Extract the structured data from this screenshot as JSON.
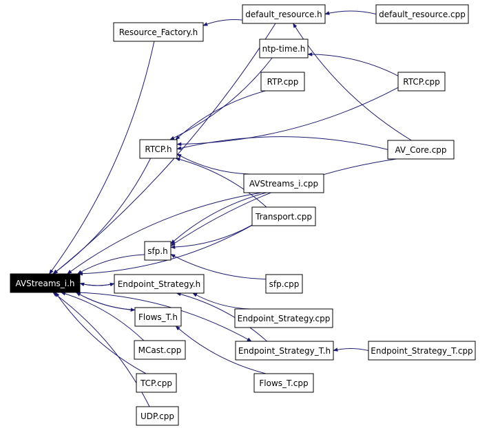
{
  "diagram": {
    "root": "AVStreams_i.h",
    "colors": {
      "edge": "#191970",
      "node_fill": "#ffffff",
      "root_fill": "#000000",
      "root_text": "#ffffff",
      "border": "#000000"
    },
    "nodes": [
      {
        "id": "avstreams_i_h",
        "label": "AVStreams_i.h"
      },
      {
        "id": "resource_factory_h",
        "label": "Resource_Factory.h"
      },
      {
        "id": "default_resource_h",
        "label": "default_resource.h"
      },
      {
        "id": "default_resource_cpp",
        "label": "default_resource.cpp"
      },
      {
        "id": "ntp_time_h",
        "label": "ntp-time.h"
      },
      {
        "id": "rtp_cpp",
        "label": "RTP.cpp"
      },
      {
        "id": "rtcp_cpp",
        "label": "RTCP.cpp"
      },
      {
        "id": "rtcp_h",
        "label": "RTCP.h"
      },
      {
        "id": "av_core_cpp",
        "label": "AV_Core.cpp"
      },
      {
        "id": "avstreams_i_cpp",
        "label": "AVStreams_i.cpp"
      },
      {
        "id": "transport_cpp",
        "label": "Transport.cpp"
      },
      {
        "id": "sfp_h",
        "label": "sfp.h"
      },
      {
        "id": "sfp_cpp",
        "label": "sfp.cpp"
      },
      {
        "id": "endpoint_strategy_h",
        "label": "Endpoint_Strategy.h"
      },
      {
        "id": "endpoint_strategy_cpp",
        "label": "Endpoint_Strategy.cpp"
      },
      {
        "id": "flows_t_h",
        "label": "Flows_T.h"
      },
      {
        "id": "endpoint_strategy_t_h",
        "label": "Endpoint_Strategy_T.h"
      },
      {
        "id": "endpoint_strategy_t_cpp",
        "label": "Endpoint_Strategy_T.cpp"
      },
      {
        "id": "mcast_cpp",
        "label": "MCast.cpp"
      },
      {
        "id": "flows_t_cpp",
        "label": "Flows_T.cpp"
      },
      {
        "id": "tcp_cpp",
        "label": "TCP.cpp"
      },
      {
        "id": "udp_cpp",
        "label": "UDP.cpp"
      }
    ],
    "edges": [
      {
        "from": "resource_factory_h",
        "to": "avstreams_i_h"
      },
      {
        "from": "default_resource_h",
        "to": "resource_factory_h"
      },
      {
        "from": "default_resource_h",
        "to": "avstreams_i_h"
      },
      {
        "from": "default_resource_cpp",
        "to": "default_resource_h"
      },
      {
        "from": "av_core_cpp",
        "to": "default_resource_h"
      },
      {
        "from": "rtcp_cpp",
        "to": "ntp_time_h"
      },
      {
        "from": "ntp_time_h",
        "to": "rtcp_h"
      },
      {
        "from": "rtp_cpp",
        "to": "rtcp_h"
      },
      {
        "from": "rtcp_cpp",
        "to": "rtcp_h"
      },
      {
        "from": "av_core_cpp",
        "to": "rtcp_h"
      },
      {
        "from": "avstreams_i_cpp",
        "to": "rtcp_h"
      },
      {
        "from": "transport_cpp",
        "to": "rtcp_h"
      },
      {
        "from": "rtcp_h",
        "to": "avstreams_i_h"
      },
      {
        "from": "avstreams_i_cpp",
        "to": "avstreams_i_h"
      },
      {
        "from": "transport_cpp",
        "to": "avstreams_i_h"
      },
      {
        "from": "avstreams_i_cpp",
        "to": "sfp_h"
      },
      {
        "from": "transport_cpp",
        "to": "sfp_h"
      },
      {
        "from": "av_core_cpp",
        "to": "sfp_h"
      },
      {
        "from": "sfp_cpp",
        "to": "sfp_h"
      },
      {
        "from": "sfp_h",
        "to": "avstreams_i_h"
      },
      {
        "from": "endpoint_strategy_h",
        "to": "avstreams_i_h"
      },
      {
        "from": "avstreams_i_h",
        "to": "endpoint_strategy_h"
      },
      {
        "from": "endpoint_strategy_cpp",
        "to": "endpoint_strategy_h"
      },
      {
        "from": "endpoint_strategy_t_h",
        "to": "endpoint_strategy_h"
      },
      {
        "from": "flows_t_h",
        "to": "avstreams_i_h"
      },
      {
        "from": "avstreams_i_h",
        "to": "flows_t_h"
      },
      {
        "from": "flows_t_cpp",
        "to": "flows_t_h"
      },
      {
        "from": "endpoint_strategy_t_cpp",
        "to": "endpoint_strategy_t_h"
      },
      {
        "from": "avstreams_i_h",
        "to": "endpoint_strategy_t_h"
      },
      {
        "from": "mcast_cpp",
        "to": "avstreams_i_h"
      },
      {
        "from": "tcp_cpp",
        "to": "avstreams_i_h"
      },
      {
        "from": "udp_cpp",
        "to": "avstreams_i_h"
      }
    ]
  }
}
